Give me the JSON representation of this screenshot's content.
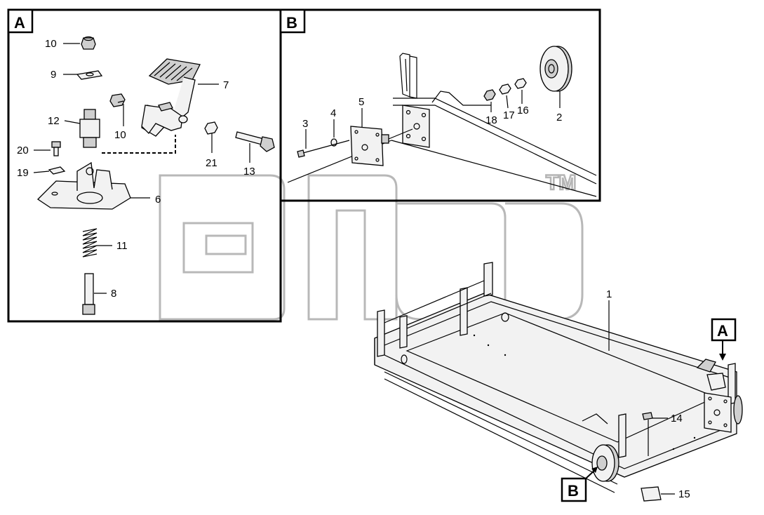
{
  "panels": {
    "a_label": "A",
    "b_label": "B"
  },
  "pointers": {
    "a_label": "A",
    "b_label": "B"
  },
  "watermark": {
    "tm": "TM"
  },
  "callouts": {
    "a": [
      "10",
      "9",
      "12",
      "20",
      "19",
      "10",
      "7",
      "21",
      "13",
      "6",
      "11",
      "8"
    ],
    "b": [
      "3",
      "4",
      "5",
      "18",
      "17",
      "16",
      "2"
    ],
    "main": [
      "1",
      "14",
      "15"
    ]
  },
  "colors": {
    "line": "#000000",
    "watermark": "#b8b8b8",
    "part_fill": "#f2f2f2"
  }
}
